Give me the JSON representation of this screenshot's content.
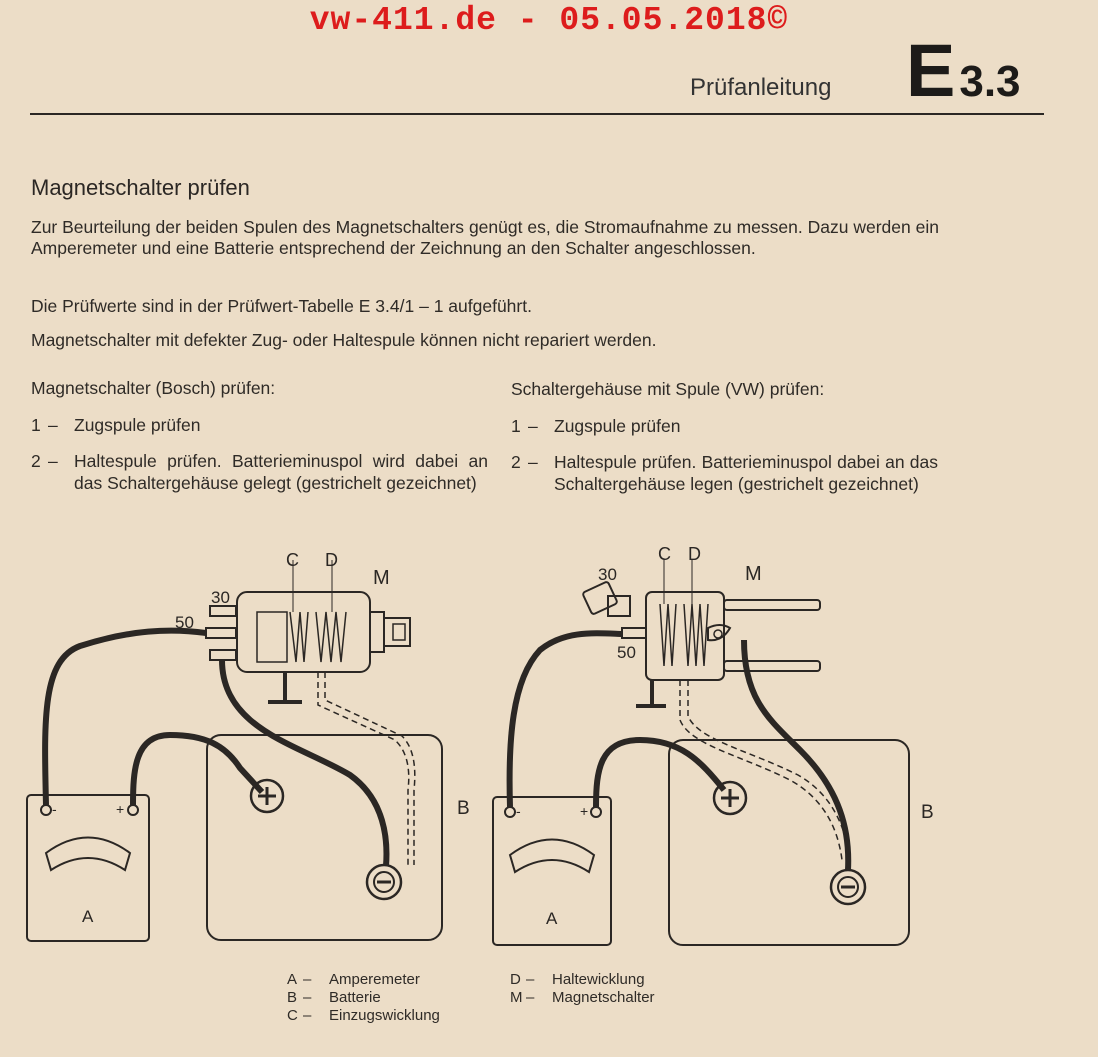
{
  "watermark": "vw-411.de - 05.05.2018©",
  "header": {
    "label": "Prüfanleitung",
    "section_letter": "E",
    "section_number": "3.3"
  },
  "title": "Magnetschalter prüfen",
  "paragraphs": [
    "Zur Beurteilung der beiden Spulen des Magnetschalters genügt es, die Stromaufnahme zu messen. Dazu werden ein Amperemeter und eine Batterie entsprechend der Zeichnung an den Schalter angeschlossen.",
    "Die Prüfwerte sind in der Prüfwert-Tabelle E 3.4/1 – 1 aufgeführt.",
    "Magnetschalter mit defekter Zug- oder Haltespule können nicht repariert werden."
  ],
  "left_column": {
    "heading": "Magnetschalter (Bosch) prüfen:",
    "steps": [
      {
        "num": "1",
        "dash": "–",
        "text": "Zugspule prüfen"
      },
      {
        "num": "2",
        "dash": "–",
        "text": "Haltespule prüfen. Batterieminuspol wird dabei an das Schaltergehäuse gelegt (gestrichelt gezeichnet)"
      }
    ]
  },
  "right_column": {
    "heading": "Schaltergehäuse mit Spule (VW) prüfen:",
    "steps": [
      {
        "num": "1",
        "dash": "–",
        "text": "Zugspule prüfen"
      },
      {
        "num": "2",
        "dash": "–",
        "text": "Haltespule prüfen. Batterieminuspol dabei an das Schaltergehäuse legen (gestrichelt gezeichnet)"
      }
    ]
  },
  "diagram_labels": {
    "c": "C",
    "d": "D",
    "m": "M",
    "a": "A",
    "b": "B",
    "terminal_30": "30",
    "terminal_50": "50",
    "minus": "-",
    "plus": "+"
  },
  "legend": [
    {
      "key": "A",
      "dash": "–",
      "label": "Amperemeter"
    },
    {
      "key": "B",
      "dash": "–",
      "label": "Batterie"
    },
    {
      "key": "C",
      "dash": "–",
      "label": "Einzugswicklung"
    },
    {
      "key": "D",
      "dash": "–",
      "label": "Haltewicklung"
    },
    {
      "key": "M",
      "dash": "–",
      "label": "Magnetschalter"
    }
  ],
  "colors": {
    "paper": "#ecddc7",
    "ink": "#2b2724",
    "watermark": "#dd1c1c"
  }
}
